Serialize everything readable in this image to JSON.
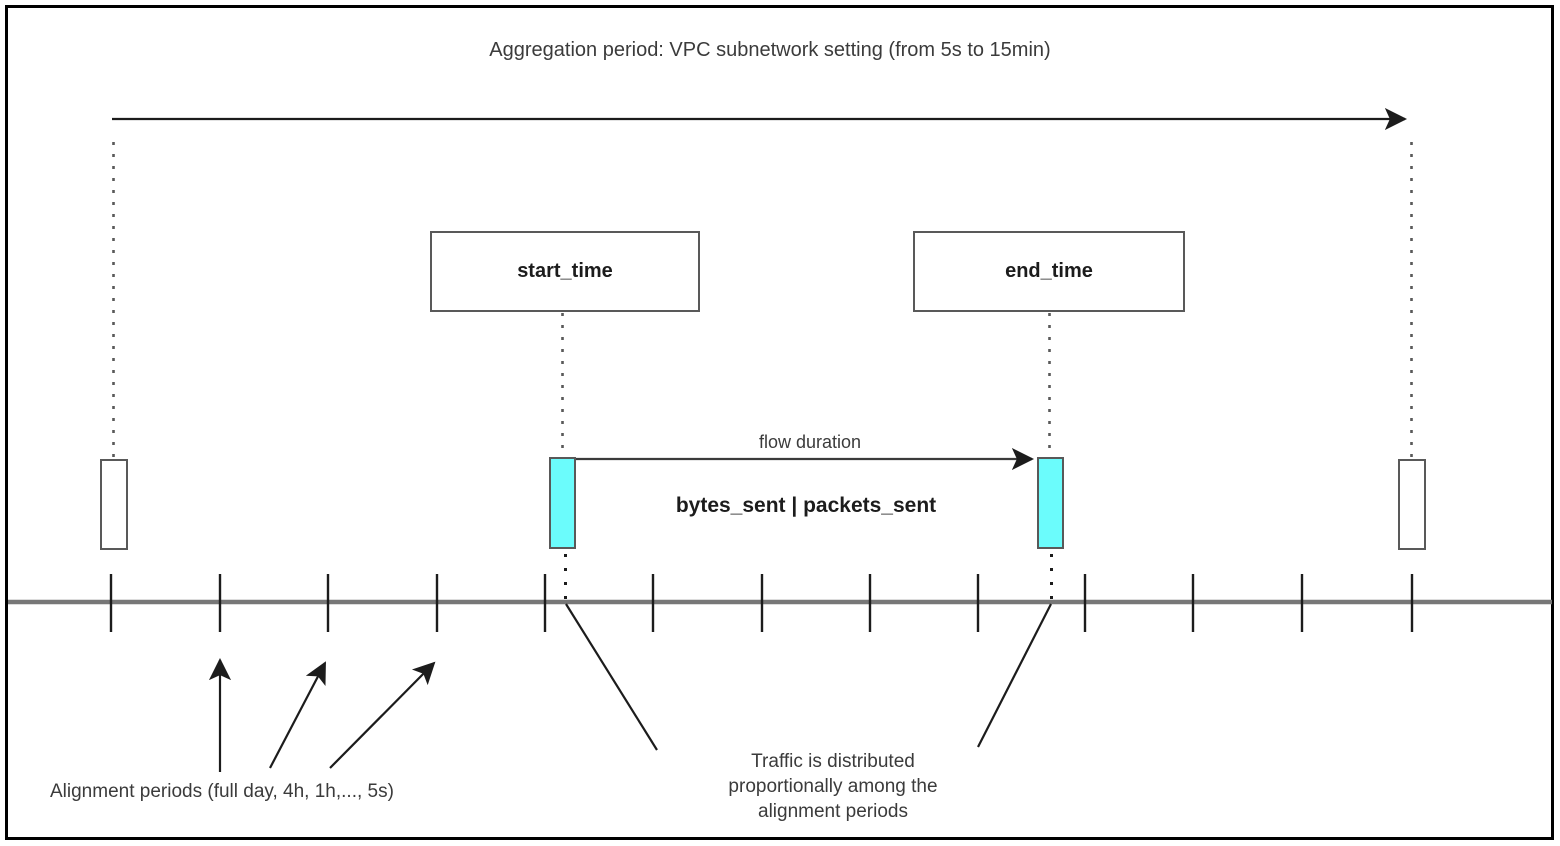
{
  "diagram": {
    "title": "Aggregation period: VPC subnetwork setting (from 5s to 15min)",
    "nodes": {
      "start_time": "start_time",
      "end_time": "end_time"
    },
    "labels": {
      "flow_duration": "flow duration",
      "metrics": "bytes_sent | packets_sent",
      "alignment_periods": "Alignment periods (full day, 4h, 1h,..., 5s)",
      "traffic_note_line1": "Traffic is distributed",
      "traffic_note_line2": "proportionally among the",
      "traffic_note_line3": "alignment periods"
    },
    "colors": {
      "activation_fill": "#6bfcfc",
      "stroke": "#595959",
      "text": "#3b3b3b",
      "axis": "#777777",
      "frame": "#000000"
    },
    "axis": {
      "tick_count": 13,
      "tick_positions": [
        111,
        220,
        328,
        437,
        545,
        653,
        762,
        870,
        978,
        1085,
        1193,
        1302,
        1412
      ]
    }
  }
}
